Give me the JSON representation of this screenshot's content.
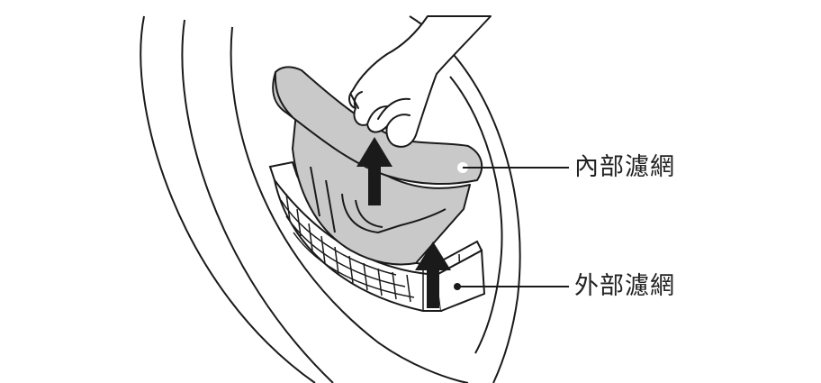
{
  "labels": {
    "inner_filter": "內部濾網",
    "outer_filter": "外部濾網"
  },
  "colors": {
    "line": "#1a1a1a",
    "filter_fill": "#c9c9c9",
    "arrow_fill": "#1a1a1a",
    "background": "#ffffff"
  },
  "icons": {
    "inner_arrow": "up-arrow",
    "outer_arrow": "up-arrow"
  }
}
